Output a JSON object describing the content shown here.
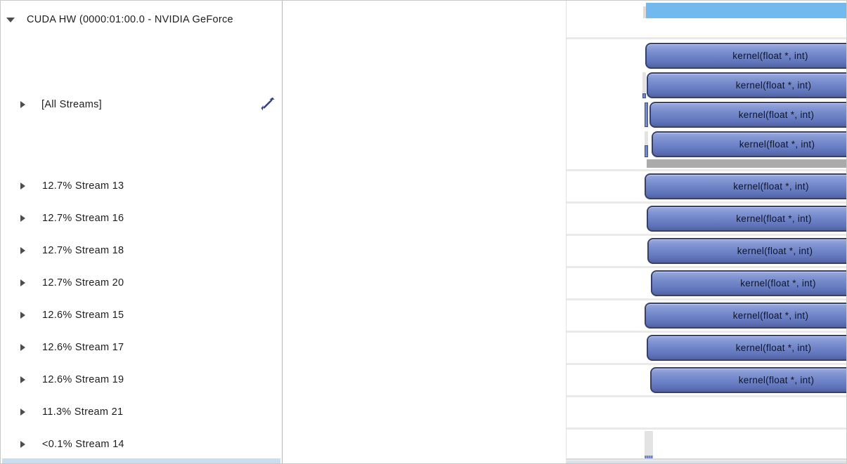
{
  "sidebar": {
    "device_row": {
      "label": "CUDA HW (0000:01:00.0 - NVIDIA GeForce"
    },
    "all_streams_row": {
      "label": "[All Streams]"
    },
    "streams": [
      {
        "label": "12.7% Stream 13"
      },
      {
        "label": "12.7% Stream 16"
      },
      {
        "label": "12.7% Stream 18"
      },
      {
        "label": "12.7% Stream 20"
      },
      {
        "label": "12.6% Stream 15"
      },
      {
        "label": "12.6% Stream 17"
      },
      {
        "label": "12.6% Stream 19"
      },
      {
        "label": "11.3% Stream 21"
      },
      {
        "label": "<0.1% Stream 14"
      }
    ]
  },
  "timeline": {
    "kernel_label": "kernel(float *, int)"
  },
  "colors": {
    "kernel_fill_top": "#9aaade",
    "kernel_fill_bottom": "#51629f",
    "kernel_border": "#37406b",
    "cuda_summary_bar_blue": "#71b9ef",
    "memory_bar_gray": "#ababab",
    "scrollbar_blue": "#c9ddf0",
    "expand_icon_blue": "#2e3e8f"
  }
}
